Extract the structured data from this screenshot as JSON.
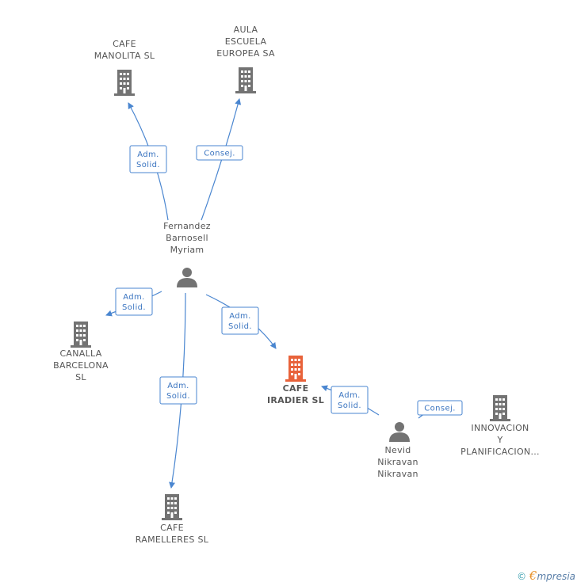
{
  "colors": {
    "edge": "#4a86d0",
    "node": "#737373",
    "main_node": "#e8623a"
  },
  "nodes": [
    {
      "id": "cafe_manolita",
      "type": "company",
      "label": [
        "CAFE",
        "MANOLITA SL"
      ]
    },
    {
      "id": "aula_escuela",
      "type": "company",
      "label": [
        "AULA",
        "ESCUELA",
        "EUROPEA SA"
      ]
    },
    {
      "id": "fernandez",
      "type": "person",
      "label": [
        "Fernandez",
        "Barnosell",
        "Myriam"
      ]
    },
    {
      "id": "canalla",
      "type": "company",
      "label": [
        "CANALLA",
        "BARCELONA",
        "SL"
      ]
    },
    {
      "id": "cafe_iradier",
      "type": "company_main",
      "label": [
        "CAFE",
        "IRADIER SL"
      ]
    },
    {
      "id": "innovacion",
      "type": "company",
      "label": [
        "INNOVACION",
        "Y",
        "PLANIFICACION..."
      ]
    },
    {
      "id": "nevid",
      "type": "person",
      "label": [
        "Nevid",
        "Nikravan",
        "Nikravan"
      ]
    },
    {
      "id": "cafe_ramelleres",
      "type": "company",
      "label": [
        "CAFE",
        "RAMELLERES SL"
      ]
    }
  ],
  "edges": [
    {
      "id": "e1",
      "from": "fernandez",
      "to": "cafe_manolita",
      "label": [
        "Adm.",
        "Solid."
      ]
    },
    {
      "id": "e2",
      "from": "fernandez",
      "to": "aula_escuela",
      "label": [
        "Consej."
      ]
    },
    {
      "id": "e3",
      "from": "fernandez",
      "to": "canalla",
      "label": [
        "Adm.",
        "Solid."
      ]
    },
    {
      "id": "e4",
      "from": "fernandez",
      "to": "cafe_iradier",
      "label": [
        "Adm.",
        "Solid."
      ]
    },
    {
      "id": "e5",
      "from": "fernandez",
      "to": "cafe_ramelleres",
      "label": [
        "Adm.",
        "Solid."
      ]
    },
    {
      "id": "e6",
      "from": "nevid",
      "to": "cafe_iradier",
      "label": [
        "Adm.",
        "Solid."
      ]
    },
    {
      "id": "e7",
      "from": "nevid",
      "to": "innovacion",
      "label": [
        "Consej."
      ]
    }
  ],
  "brand": {
    "copyright": "©",
    "e": "€",
    "rest": "mpresia"
  }
}
